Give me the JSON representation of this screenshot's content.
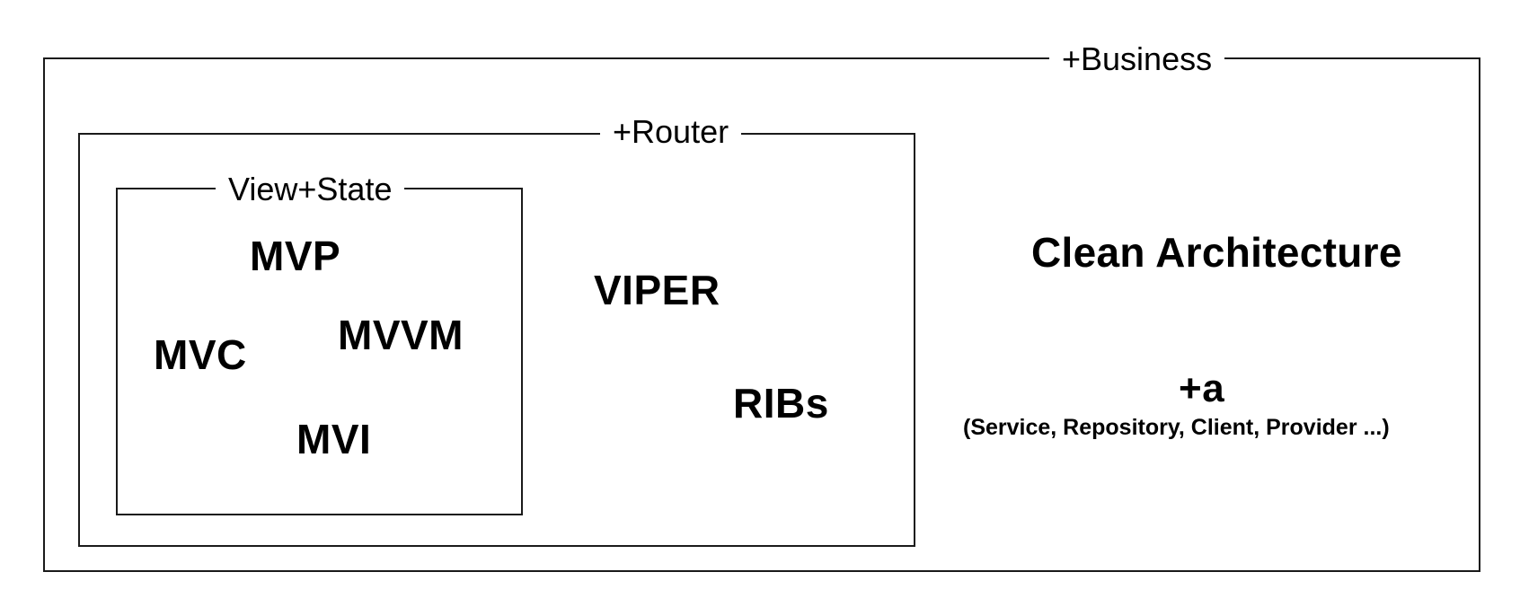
{
  "business": {
    "label": "+Business",
    "clean_architecture": "Clean Architecture",
    "plus_a": "+a",
    "plus_a_detail": "(Service, Repository, Client, Provider ...)"
  },
  "router": {
    "label": "+Router",
    "items": [
      "VIPER",
      "RIBs"
    ]
  },
  "view_state": {
    "label": "View+State",
    "items": [
      "MVP",
      "MVVM",
      "MVC",
      "MVI"
    ]
  },
  "colors": {
    "stroke": "#1a1a1a",
    "text": "#000000",
    "background": "#ffffff"
  }
}
